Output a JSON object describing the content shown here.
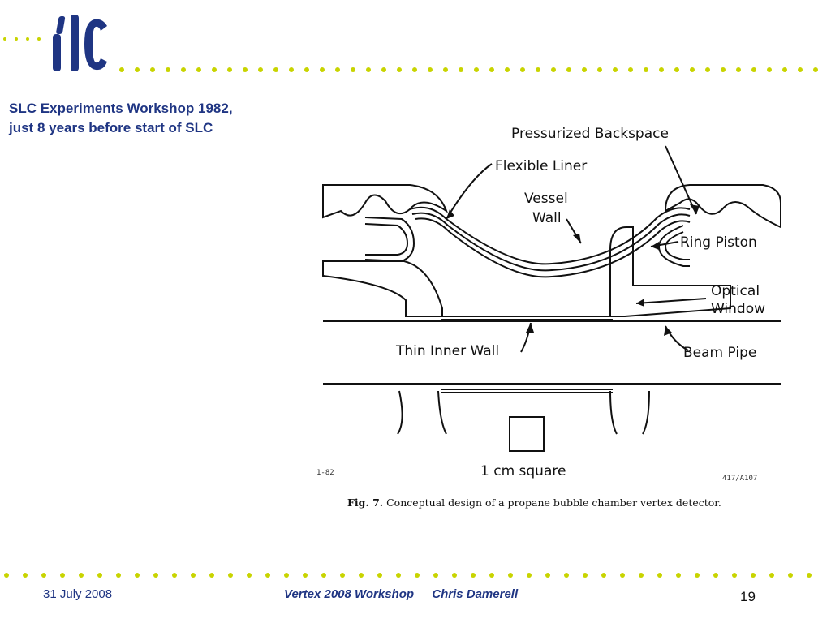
{
  "logo": {
    "text": "ilc",
    "color": "#1f3583",
    "dot_color": "#c8d400"
  },
  "slide": {
    "title_lines": [
      "SLC Experiments Workshop 1982,",
      "just 8 years before start of SLC"
    ]
  },
  "diagram": {
    "labels": {
      "pressurized_backspace": "Pressurized Backspace",
      "flexible_liner": "Flexible Liner",
      "vessel_wall_1": "Vessel",
      "vessel_wall_2": "Wall",
      "ring_piston": "Ring Piston",
      "optical_window_1": "Optical",
      "optical_window_2": "Window",
      "thin_inner_wall": "Thin Inner Wall",
      "beam_pipe": "Beam Pipe",
      "scale": "1 cm square",
      "date_code": "1-82",
      "figure_code": "417/A107"
    },
    "caption_fig": "Fig. 7.",
    "caption_text": "Conceptual design of a propane bubble chamber vertex detector."
  },
  "footer": {
    "date": "31 July 2008",
    "event": "Vertex 2008 Workshop",
    "author": "Chris Damerell",
    "page": "19"
  }
}
